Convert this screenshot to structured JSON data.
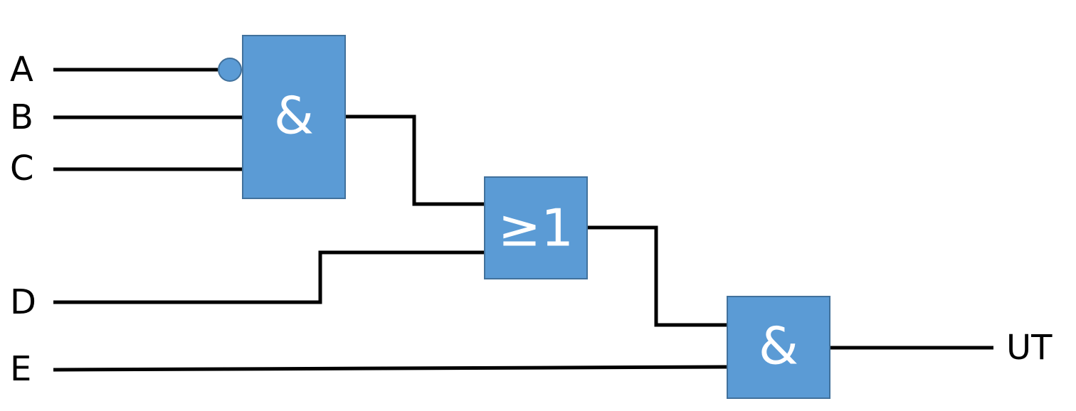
{
  "inputs": {
    "a": "A",
    "b": "B",
    "c": "C",
    "d": "D",
    "e": "E"
  },
  "output": "UT",
  "gates": {
    "and1": "&",
    "or1": "≥1",
    "and2": "&"
  },
  "colors": {
    "gate_fill": "#5b9bd5",
    "gate_stroke": "#41719c",
    "wire": "#000000"
  }
}
